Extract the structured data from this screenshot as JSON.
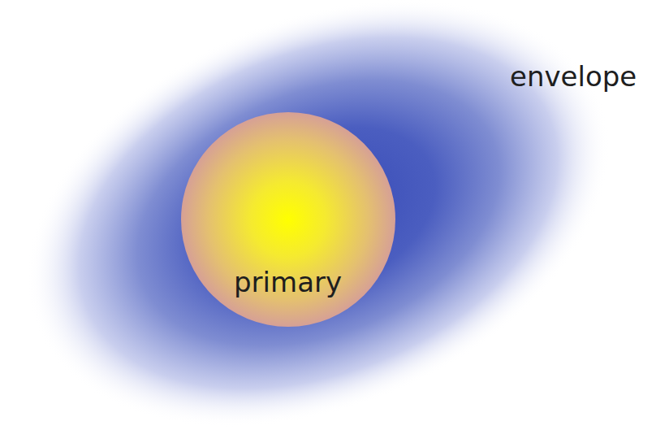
{
  "diagram": {
    "nodes": [
      {
        "text": [
          "envelope"
        ]
      },
      {
        "text": [
          "primary"
        ],
        "in": 0
      }
    ]
  }
}
